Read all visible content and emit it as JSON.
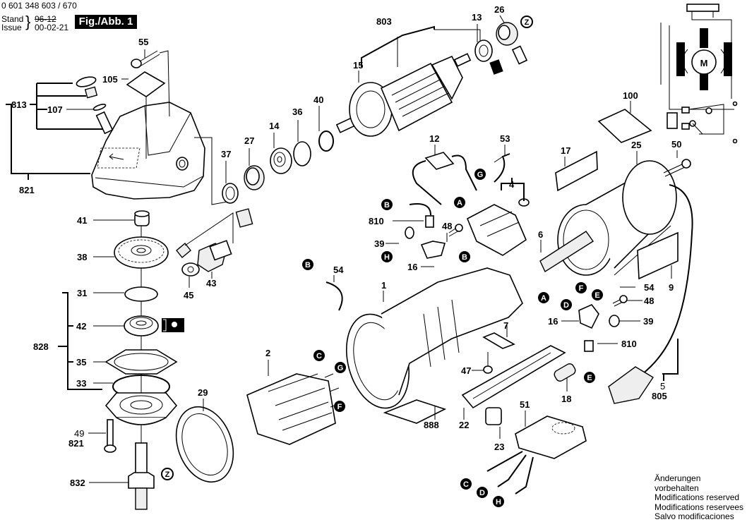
{
  "header": {
    "part_number": "0 601 348 603 / 670",
    "stand_label": "Stand",
    "issue_label": "Issue",
    "old_date_struck": "96-12",
    "issue_date": "00-02-21",
    "figure_label": "Fig./Abb. 1"
  },
  "footer_notes": [
    "Änderungen vorbehalten",
    "Modifications reserved",
    "Modifications reservees",
    "Salvo modificaciones"
  ],
  "part_labels": [
    {
      "id": "55",
      "text": "55"
    },
    {
      "id": "105",
      "text": "105"
    },
    {
      "id": "813",
      "text": "813"
    },
    {
      "id": "107",
      "text": "107"
    },
    {
      "id": "821a",
      "text": "821"
    },
    {
      "id": "41",
      "text": "41"
    },
    {
      "id": "38",
      "text": "38"
    },
    {
      "id": "45",
      "text": "45"
    },
    {
      "id": "43",
      "text": "43"
    },
    {
      "id": "31",
      "text": "31"
    },
    {
      "id": "42",
      "text": "42"
    },
    {
      "id": "828",
      "text": "828"
    },
    {
      "id": "35",
      "text": "35"
    },
    {
      "id": "33",
      "text": "33"
    },
    {
      "id": "49",
      "text": "49"
    },
    {
      "id": "821b",
      "text": "821"
    },
    {
      "id": "832",
      "text": "832"
    },
    {
      "id": "29",
      "text": "29"
    },
    {
      "id": "2",
      "text": "2"
    },
    {
      "id": "37",
      "text": "37"
    },
    {
      "id": "27",
      "text": "27"
    },
    {
      "id": "14",
      "text": "14"
    },
    {
      "id": "36",
      "text": "36"
    },
    {
      "id": "40",
      "text": "40"
    },
    {
      "id": "15",
      "text": "15"
    },
    {
      "id": "803",
      "text": "803"
    },
    {
      "id": "13",
      "text": "13"
    },
    {
      "id": "26",
      "text": "26"
    },
    {
      "id": "12",
      "text": "12"
    },
    {
      "id": "53",
      "text": "53"
    },
    {
      "id": "4",
      "text": "4"
    },
    {
      "id": "810a",
      "text": "810"
    },
    {
      "id": "39a",
      "text": "39"
    },
    {
      "id": "48a",
      "text": "48"
    },
    {
      "id": "16a",
      "text": "16"
    },
    {
      "id": "54a",
      "text": "54"
    },
    {
      "id": "1",
      "text": "1"
    },
    {
      "id": "6",
      "text": "6"
    },
    {
      "id": "100",
      "text": "100"
    },
    {
      "id": "17",
      "text": "17"
    },
    {
      "id": "25",
      "text": "25"
    },
    {
      "id": "50",
      "text": "50"
    },
    {
      "id": "9",
      "text": "9"
    },
    {
      "id": "54b",
      "text": "54"
    },
    {
      "id": "48b",
      "text": "48"
    },
    {
      "id": "16b",
      "text": "16"
    },
    {
      "id": "39b",
      "text": "39"
    },
    {
      "id": "810b",
      "text": "810"
    },
    {
      "id": "7",
      "text": "7"
    },
    {
      "id": "47",
      "text": "47"
    },
    {
      "id": "18",
      "text": "18"
    },
    {
      "id": "888",
      "text": "888"
    },
    {
      "id": "22",
      "text": "22"
    },
    {
      "id": "23",
      "text": "23"
    },
    {
      "id": "51",
      "text": "51"
    },
    {
      "id": "5",
      "text": "5"
    },
    {
      "id": "805",
      "text": "805"
    }
  ],
  "connector_markers": [
    {
      "id": "B1",
      "text": "B"
    },
    {
      "id": "A1",
      "text": "A"
    },
    {
      "id": "G1",
      "text": "G"
    },
    {
      "id": "H1",
      "text": "H"
    },
    {
      "id": "B2",
      "text": "B"
    },
    {
      "id": "B3",
      "text": "B"
    },
    {
      "id": "C1",
      "text": "C"
    },
    {
      "id": "G2",
      "text": "G"
    },
    {
      "id": "F1",
      "text": "F"
    },
    {
      "id": "A2",
      "text": "A"
    },
    {
      "id": "F2",
      "text": "F"
    },
    {
      "id": "E1",
      "text": "E"
    },
    {
      "id": "D1",
      "text": "D"
    },
    {
      "id": "E2",
      "text": "E"
    },
    {
      "id": "C2",
      "text": "C"
    },
    {
      "id": "D2",
      "text": "D"
    },
    {
      "id": "H2",
      "text": "H"
    }
  ],
  "zone_markers": [
    {
      "id": "Z1",
      "text": "Z"
    },
    {
      "id": "Z2",
      "text": "Z"
    }
  ],
  "schematic": {
    "motor_symbol": "M"
  }
}
